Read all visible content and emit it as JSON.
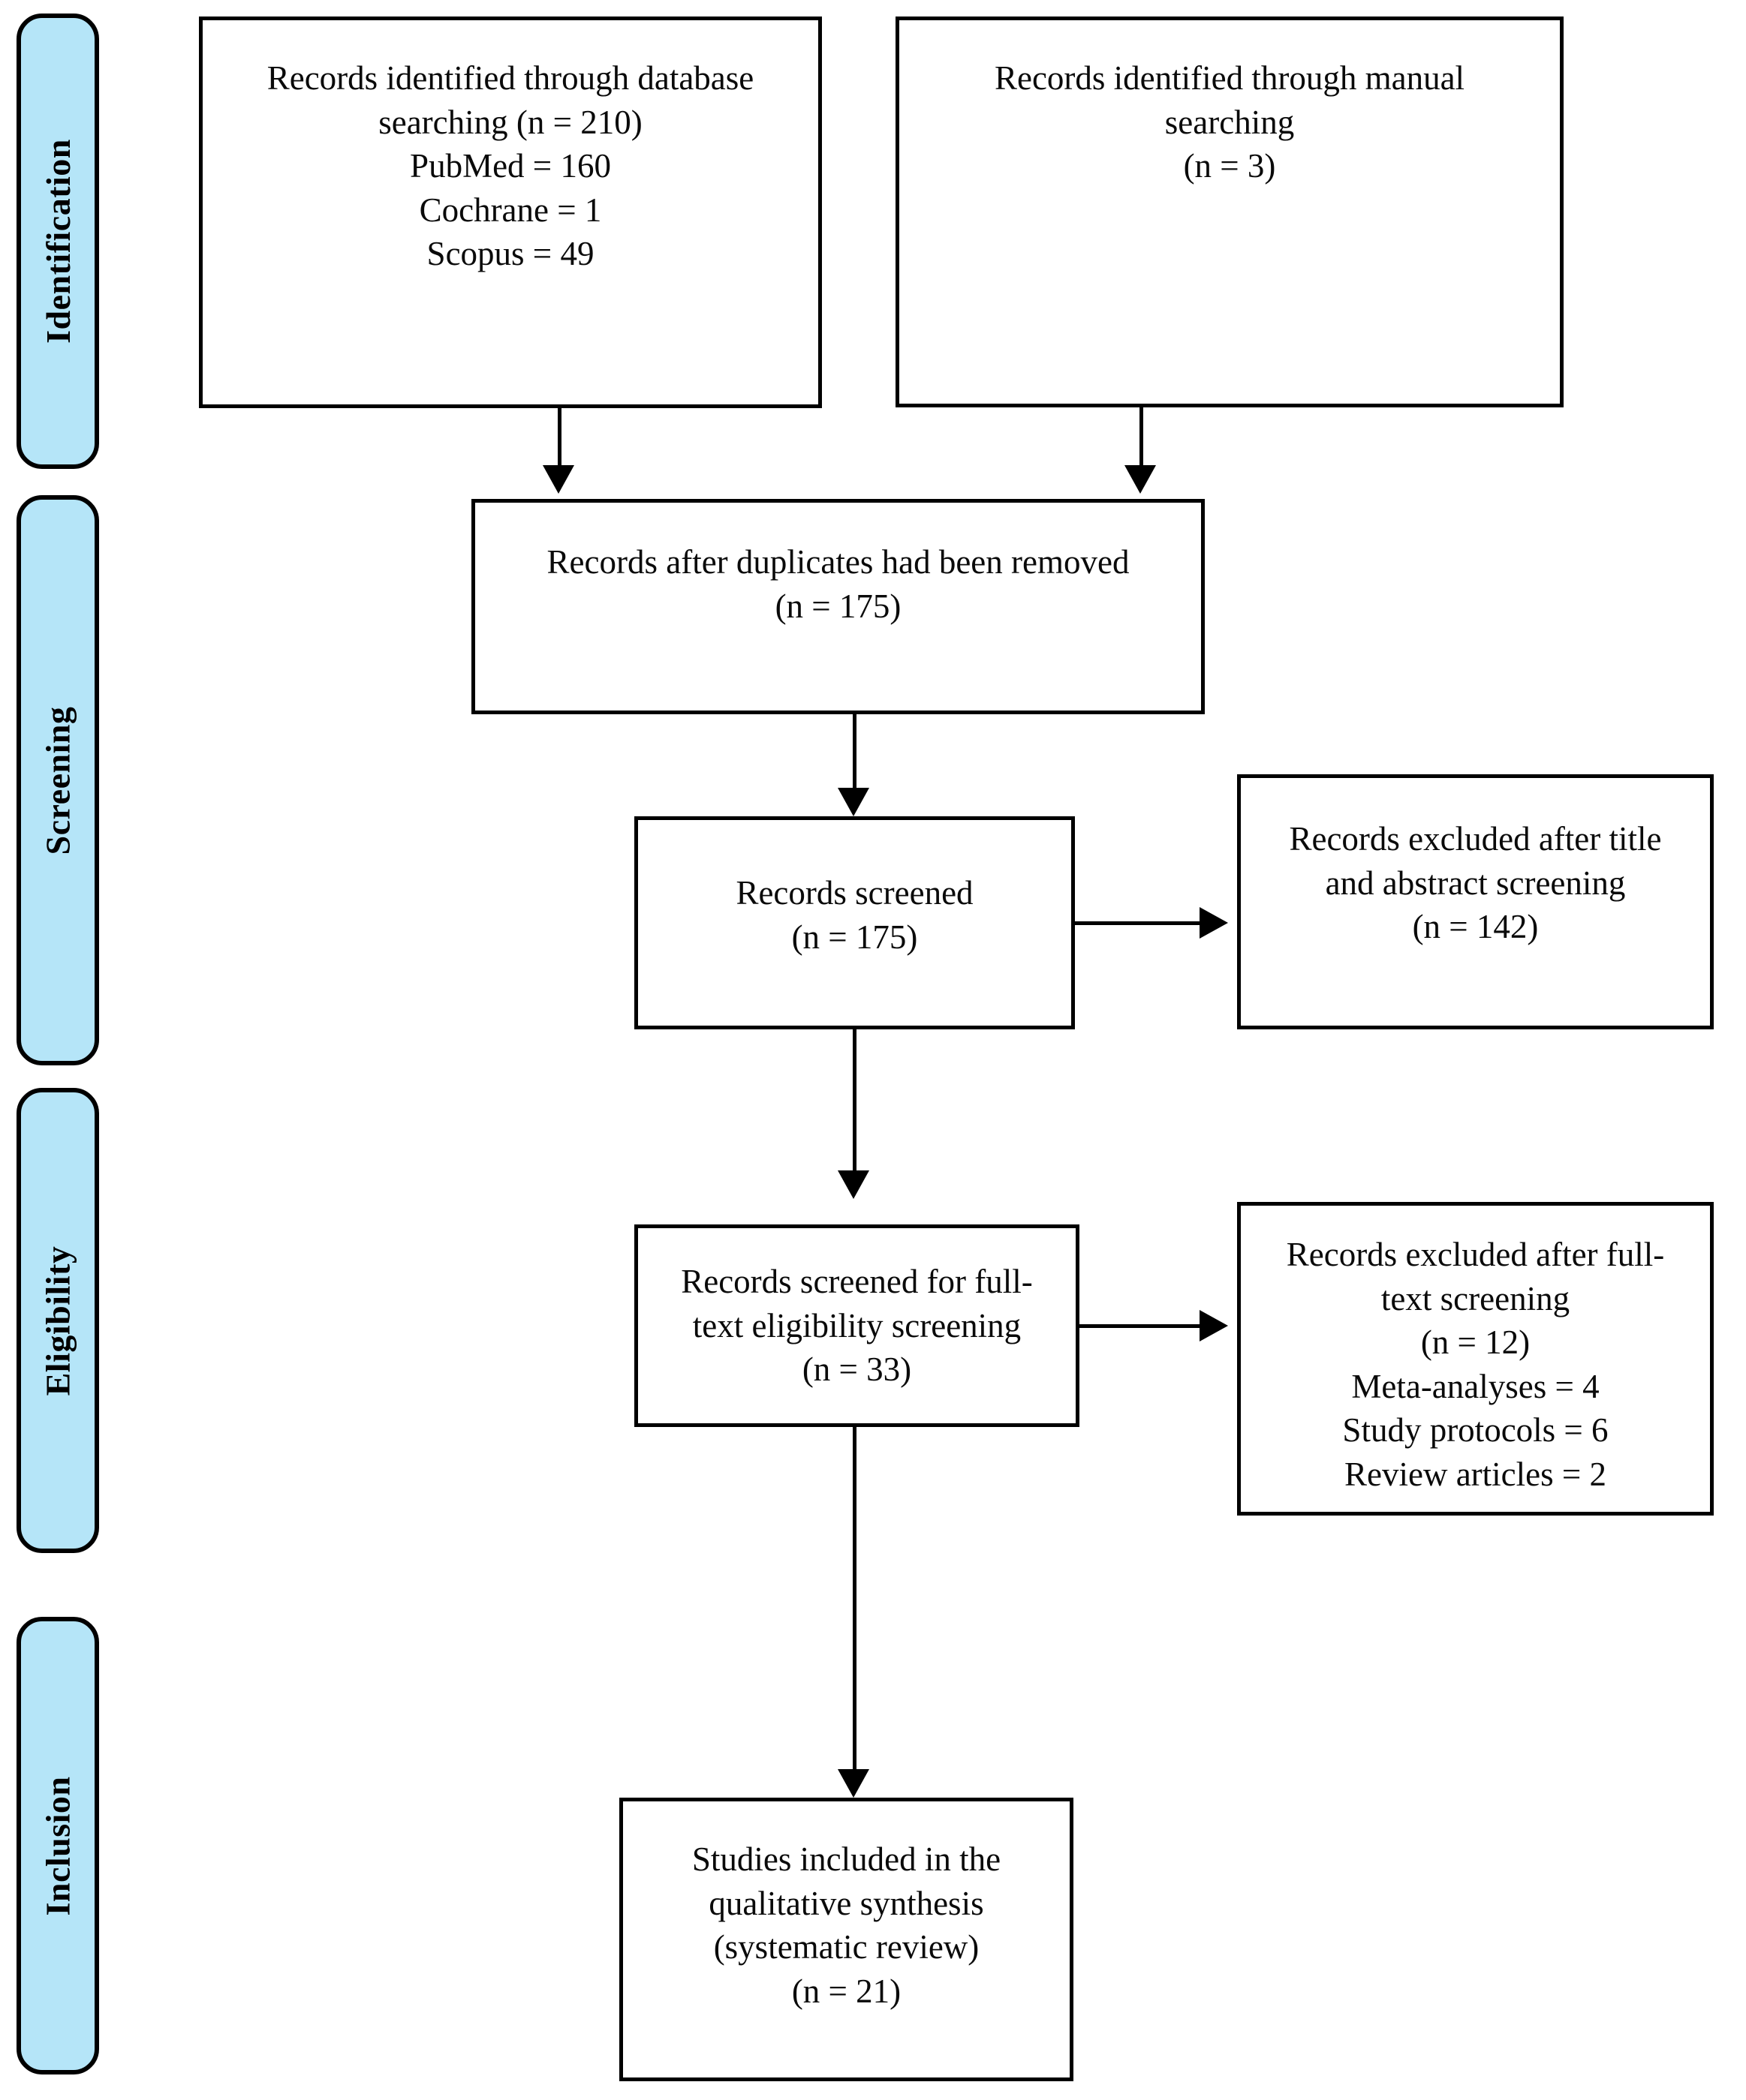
{
  "diagram": {
    "type": "PRISMA flow diagram",
    "stages": [
      {
        "id": "identification",
        "label": "Identification"
      },
      {
        "id": "screening",
        "label": "Screening"
      },
      {
        "id": "eligibility",
        "label": "Eligibility"
      },
      {
        "id": "inclusion",
        "label": "Inclusion"
      }
    ],
    "boxes": {
      "database_search": {
        "text": "Records identified through database\nsearching (n = 210)\nPubMed = 160\nCochrane = 1\nScopus = 49",
        "n": 210,
        "sources": [
          {
            "name": "PubMed",
            "count": 160
          },
          {
            "name": "Cochrane",
            "count": 1
          },
          {
            "name": "Scopus",
            "count": 49
          }
        ]
      },
      "manual_search": {
        "text": "Records identified through manual\nsearching\n(n = 3)",
        "n": 3
      },
      "duplicates_removed": {
        "text": "Records after duplicates had been removed\n(n = 175)",
        "n": 175
      },
      "records_screened": {
        "text": "Records screened\n(n = 175)",
        "n": 175
      },
      "excluded_title_abstract": {
        "text": "Records excluded after title\nand abstract screening\n(n = 142)",
        "n": 142
      },
      "fulltext_screened": {
        "text": "Records screened for full-\ntext eligibility screening\n(n = 33)",
        "n": 33
      },
      "excluded_fulltext": {
        "text": "Records excluded after full-\ntext screening\n(n = 12)\nMeta-analyses = 4\nStudy protocols = 6\nReview articles = 2",
        "n": 12,
        "reasons": [
          {
            "name": "Meta-analyses",
            "count": 4
          },
          {
            "name": "Study protocols",
            "count": 6
          },
          {
            "name": "Review articles",
            "count": 2
          }
        ]
      },
      "included_studies": {
        "text": "Studies included in the\nqualitative synthesis\n(systematic review)\n(n = 21)",
        "n": 21
      }
    },
    "colors": {
      "stage_pill_fill": "#b5e5f8",
      "stage_pill_border": "#000000",
      "box_border": "#000000",
      "box_fill": "#ffffff",
      "connector": "#000000",
      "text": "#000000"
    }
  }
}
